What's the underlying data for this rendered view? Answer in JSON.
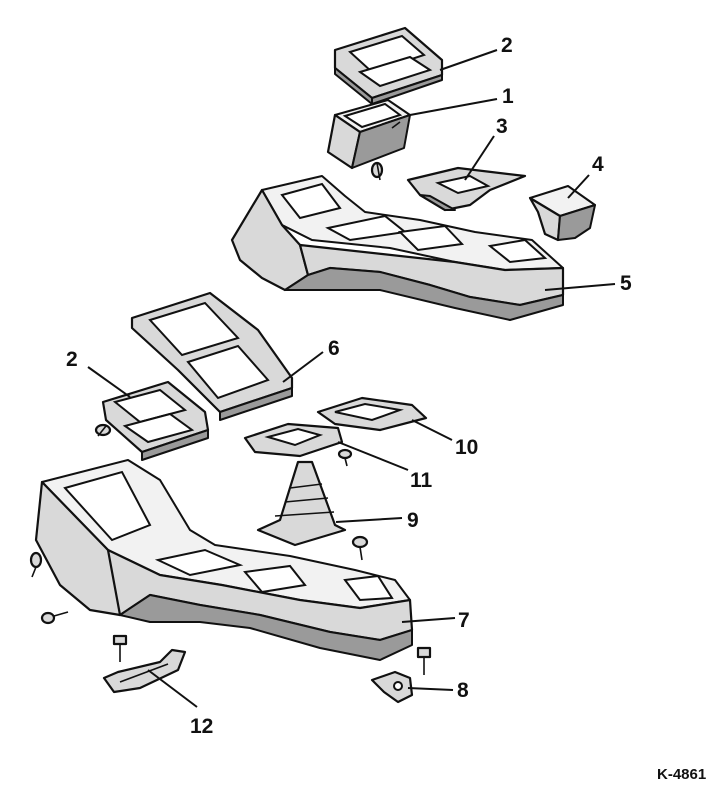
{
  "callouts": [
    {
      "id": "c2a",
      "label": "2"
    },
    {
      "id": "c1",
      "label": "1"
    },
    {
      "id": "c3",
      "label": "3"
    },
    {
      "id": "c4",
      "label": "4"
    },
    {
      "id": "c5",
      "label": "5"
    },
    {
      "id": "c6",
      "label": "6"
    },
    {
      "id": "c2b",
      "label": "2"
    },
    {
      "id": "c10",
      "label": "10"
    },
    {
      "id": "c11",
      "label": "11"
    },
    {
      "id": "c9",
      "label": "9"
    },
    {
      "id": "c7",
      "label": "7"
    },
    {
      "id": "c8",
      "label": "8"
    },
    {
      "id": "c12",
      "label": "12"
    }
  ],
  "figure_ref": "K-4861"
}
